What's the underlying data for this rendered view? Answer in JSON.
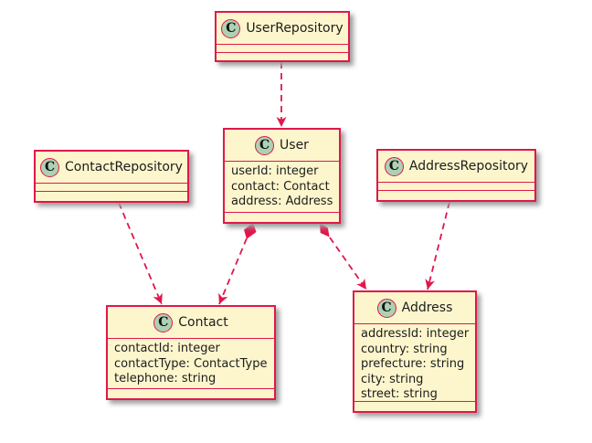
{
  "diagram_type": "uml-class-diagram",
  "colors": {
    "bg": "#ffffff",
    "fill": "#fdf6cd",
    "edge": "#e0174c",
    "circle": "#add1b2",
    "text": "#1c1c1c",
    "shadow": "#9f9f9f"
  },
  "classes": [
    {
      "id": "user-repository",
      "icon_letter": "C",
      "name": "UserRepository",
      "attributes": []
    },
    {
      "id": "user",
      "icon_letter": "C",
      "name": "User",
      "attributes": [
        "userId: integer",
        "contact: Contact",
        "address: Address"
      ]
    },
    {
      "id": "contact-repository",
      "icon_letter": "C",
      "name": "ContactRepository",
      "attributes": []
    },
    {
      "id": "address-repository",
      "icon_letter": "C",
      "name": "AddressRepository",
      "attributes": []
    },
    {
      "id": "contact",
      "icon_letter": "C",
      "name": "Contact",
      "attributes": [
        "contactId: integer",
        "contactType: ContactType",
        "telephone: string"
      ]
    },
    {
      "id": "address",
      "icon_letter": "C",
      "name": "Address",
      "attributes": [
        "addressId: integer",
        "country: string",
        "prefecture: string",
        "city: string",
        "street: string"
      ]
    }
  ],
  "relations": [
    {
      "from": "UserRepository",
      "to": "User",
      "style": "dashed",
      "head": "open-arrow",
      "tail": "none"
    },
    {
      "from": "ContactRepository",
      "to": "Contact",
      "style": "dashed",
      "head": "open-arrow",
      "tail": "none"
    },
    {
      "from": "User",
      "to": "Contact",
      "style": "dashed",
      "head": "open-arrow",
      "tail": "filled-diamond"
    },
    {
      "from": "User",
      "to": "Address",
      "style": "dashed",
      "head": "open-arrow",
      "tail": "filled-diamond"
    },
    {
      "from": "AddressRepository",
      "to": "Address",
      "style": "dashed",
      "head": "open-arrow",
      "tail": "none"
    }
  ]
}
